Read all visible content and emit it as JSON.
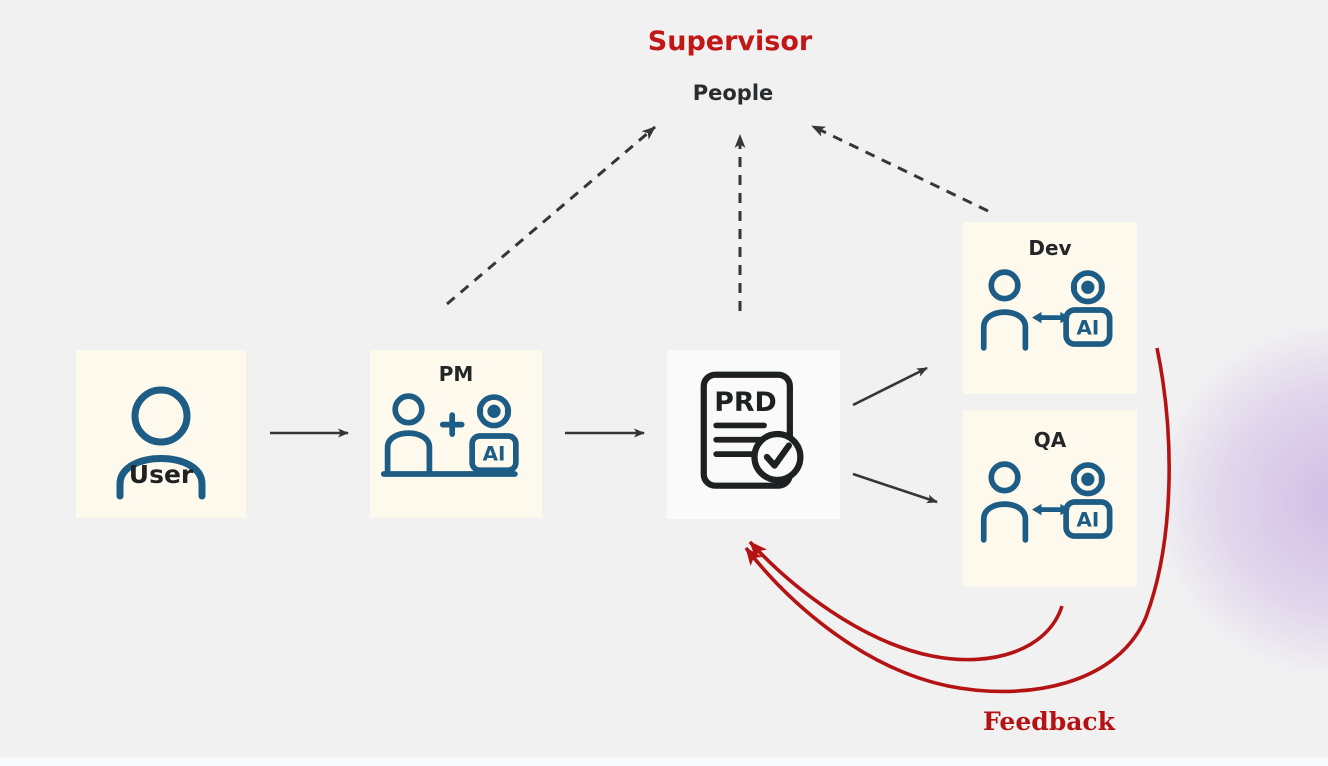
{
  "diagram": {
    "title": "Supervisor",
    "people_label": "People",
    "feedback_label": "Feedback",
    "nodes": {
      "user": {
        "label": "User"
      },
      "pm": {
        "label": "PM",
        "plus": "+",
        "ai_label": "AI"
      },
      "prd": {
        "label": "PRD"
      },
      "dev": {
        "label": "Dev",
        "ai_label": "AI"
      },
      "qa": {
        "label": "QA",
        "ai_label": "AI"
      }
    },
    "edges": {
      "solid": [
        "User -> PM",
        "PM -> PRD",
        "PRD -> Dev",
        "PRD -> QA"
      ],
      "dashed_to_people": [
        "PM -> People",
        "PRD -> People",
        "Dev -> People"
      ],
      "feedback_red": [
        "Dev -> PRD",
        "QA -> PRD"
      ]
    },
    "colors": {
      "background": "#f1f1f2",
      "node_cream": "#fdf9ed",
      "node_white": "#fafafa",
      "icon_blue": "#1d5c85",
      "ink_dark": "#2d2f30",
      "supervisor_red": "#c21717",
      "feedback_red": "#b51313",
      "glow_purple": "#b792db"
    }
  }
}
